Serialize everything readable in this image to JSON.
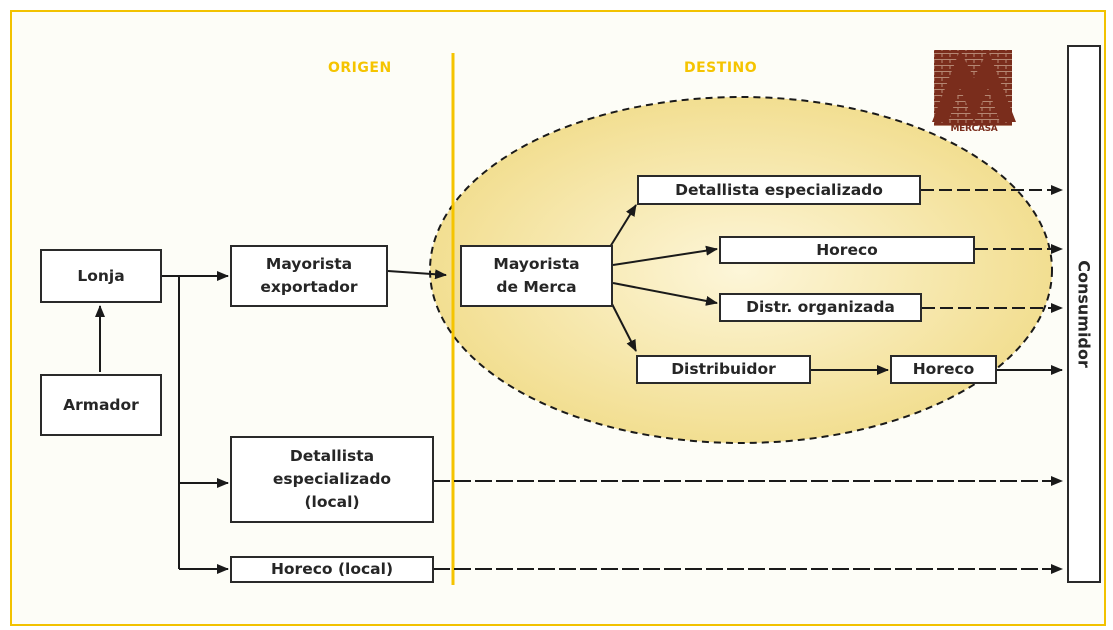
{
  "headers": {
    "origen": "ORIGEN",
    "destino": "DESTINO"
  },
  "logo": {
    "text": "MERCASA"
  },
  "nodes": {
    "lonja": "Lonja",
    "armador": "Armador",
    "mayorista_exportador": "Mayorista\nexportador",
    "mayorista_merca": "Mayorista\nde Merca",
    "detallista_especializado": "Detallista especializado",
    "horeco_1": "Horeco",
    "distr_organizada": "Distr. organizada",
    "distribuidor": "Distribuidor",
    "horeco_2": "Horeco",
    "detallista_local": "Detallista\nespecializado\n(local)",
    "horeco_local": "Horeco (local)",
    "consumidor": "Consumidor"
  },
  "colors": {
    "accent": "#f5c400",
    "ellipse_fill": "#f7e9b0",
    "logo": "#7a2d1c"
  }
}
